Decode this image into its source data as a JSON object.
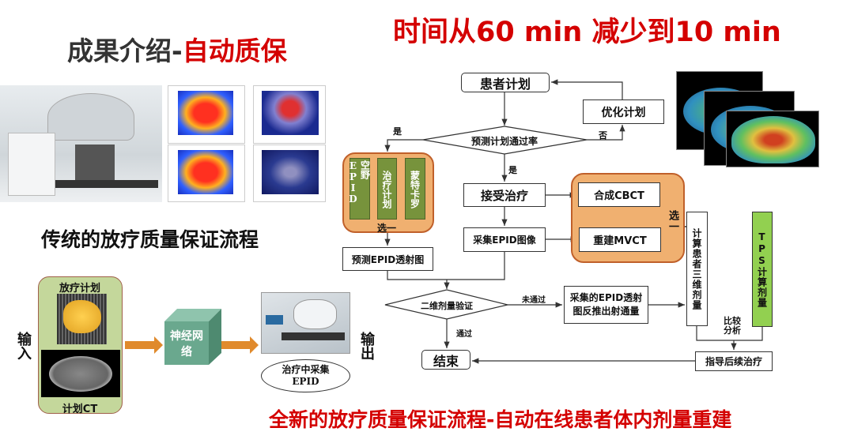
{
  "title": {
    "black": "成果介绍-",
    "red": "自动质保"
  },
  "headline": "时间从60 min 减少到10 min",
  "traditional": {
    "title": "传统的放疗质量保证流程"
  },
  "new_flow": {
    "input_label": "输入",
    "output_label": "输出",
    "plan_label": "放疗计划",
    "ct_label": "计划CT",
    "network_label": "神经网络",
    "epid_ellipse_line1": "治疗中采集",
    "epid_ellipse_line2": "EPID",
    "caption": "全新的放疗质量保证流程-自动在线患者体内剂量重建"
  },
  "flowchart": {
    "patient_plan": "患者计划",
    "optimize_plan": "优化计划",
    "predict_pass_rate": "预测计划通过率",
    "yes": "是",
    "no": "否",
    "options_left": [
      "空野EPID",
      "治疗计划",
      "蒙特卡罗"
    ],
    "choose_one": "选一",
    "predict_epid": "预测EPID透射图",
    "accept_treatment": "接受治疗",
    "acquire_epid": "采集EPID图像",
    "synth_cbct": "合成CBCT",
    "recon_mvct": "重建MVCT",
    "dose_2d_verify": "二维剂量验证",
    "failed": "未通过",
    "passed": "通过",
    "backproject": "采集的EPID透射图反推出射通量",
    "calc_3d_dose": "计算患者三维剂量",
    "tps_dose": "TPS计算剂量",
    "compare": "比较分析",
    "guide_treatment": "指导后续治疗",
    "end": "结束"
  },
  "colors": {
    "red": "#d40000",
    "orange_fill": "#f0b070",
    "green_col": "#77933c",
    "tps_green": "#92d050",
    "input_green": "#c4d79b",
    "cube": "#6aa88e",
    "arrow": "#e08a2c"
  }
}
